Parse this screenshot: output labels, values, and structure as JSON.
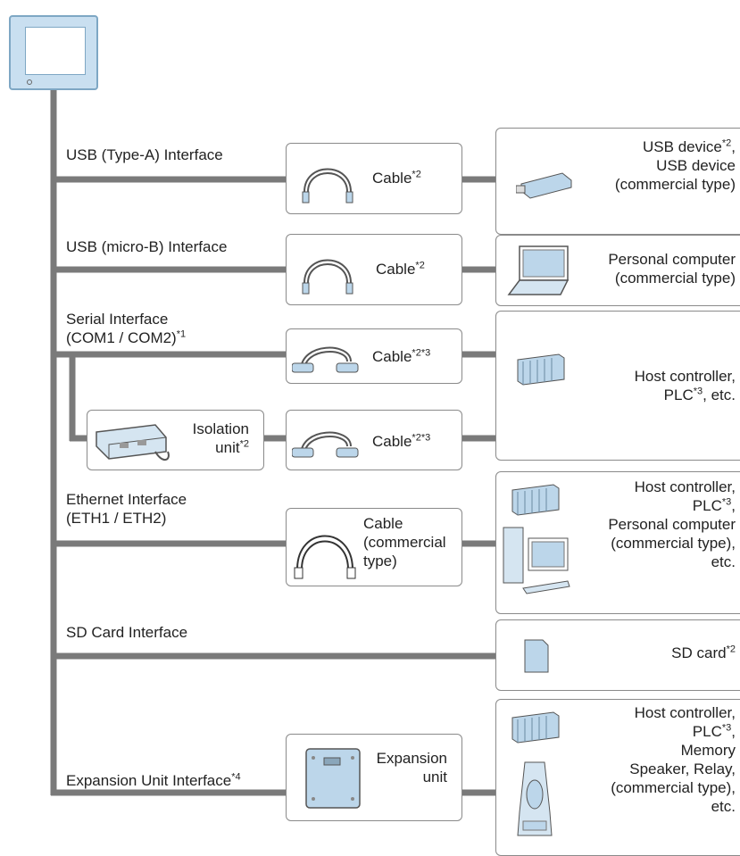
{
  "interfaces": {
    "usb_a": "USB (Type-A) Interface",
    "usb_micro_b": "USB (micro-B) Interface",
    "serial_1": "Serial Interface",
    "serial_2": "(COM1 / COM2)",
    "serial_note": "*1",
    "ethernet_1": "Ethernet Interface",
    "ethernet_2": "(ETH1 / ETH2)",
    "sd_card": "SD Card Interface",
    "expansion": "Expansion Unit Interface",
    "expansion_note": "*4"
  },
  "cables": {
    "usb_a": {
      "label": "Cable",
      "note": "*2"
    },
    "usb_micro_b": {
      "label": "Cable",
      "note": "*2"
    },
    "serial": {
      "label": "Cable",
      "note": "*2*3"
    },
    "serial_isolated": {
      "label": "Cable",
      "note": "*2*3"
    },
    "ethernet": {
      "line1": "Cable",
      "line2": "(commercial",
      "line3": "type)"
    },
    "isolation": {
      "line1": "Isolation",
      "line2": "unit",
      "note": "*2"
    },
    "expansion": {
      "line1": "Expansion",
      "line2": "unit"
    }
  },
  "devices": {
    "usb_a": {
      "line1": "USB device",
      "note1": "*2",
      "tail1": ",",
      "line2": "USB device",
      "line3": "(commercial type)"
    },
    "usb_micro_b": {
      "line1": "Personal computer",
      "line2": "(commercial type)"
    },
    "serial": {
      "line1": "Host controller,",
      "line2": "PLC",
      "note2": "*3",
      "tail2": ", etc."
    },
    "ethernet": {
      "line1": "Host controller,",
      "line2": "PLC",
      "note2": "*3",
      "tail2": ",",
      "line3": "Personal computer",
      "line4": "(commercial type),",
      "line5": "etc."
    },
    "sd_card": {
      "line1": "SD card",
      "note1": "*2"
    },
    "expansion": {
      "line1": "Host controller,",
      "line2": "PLC",
      "note2": "*3",
      "tail2": ",",
      "line3": "Memory",
      "line4": "Speaker, Relay,",
      "line5": "(commercial type),",
      "line6": "etc."
    }
  },
  "colors": {
    "line": "#7a7a7a",
    "panel_frame": "#c9dff0",
    "panel_border": "#7ea7c4",
    "device_fill": "#bcd6ea"
  }
}
